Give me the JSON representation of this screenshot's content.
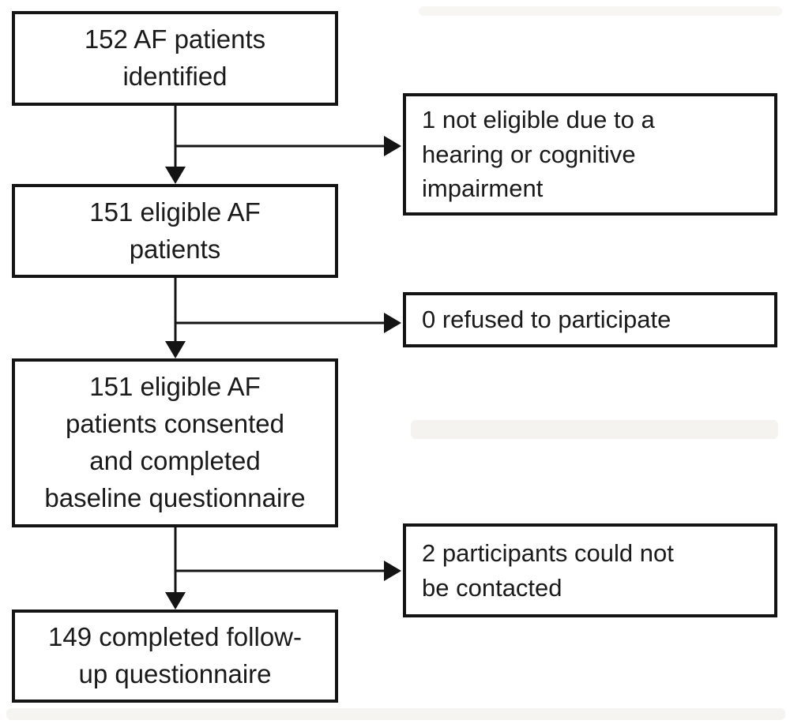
{
  "flow": {
    "main_boxes": [
      {
        "id": "identified",
        "text": "152 AF patients\nidentified"
      },
      {
        "id": "eligible",
        "text": "151 eligible AF\npatients"
      },
      {
        "id": "consented",
        "text": "151 eligible AF\npatients consented\nand completed\nbaseline questionnaire"
      },
      {
        "id": "followup",
        "text": "149 completed follow-\nup questionnaire"
      }
    ],
    "side_boxes": [
      {
        "id": "not-eligible",
        "text": "1 not eligible due to a\nhearing or cognitive\nimpairment"
      },
      {
        "id": "refused",
        "text": "0 refused to participate"
      },
      {
        "id": "not-contacted",
        "text": "2 participants could not\nbe contacted"
      }
    ],
    "colors": {
      "box_border": "#141414",
      "text": "#1a1a1a",
      "background": "#ffffff"
    }
  }
}
